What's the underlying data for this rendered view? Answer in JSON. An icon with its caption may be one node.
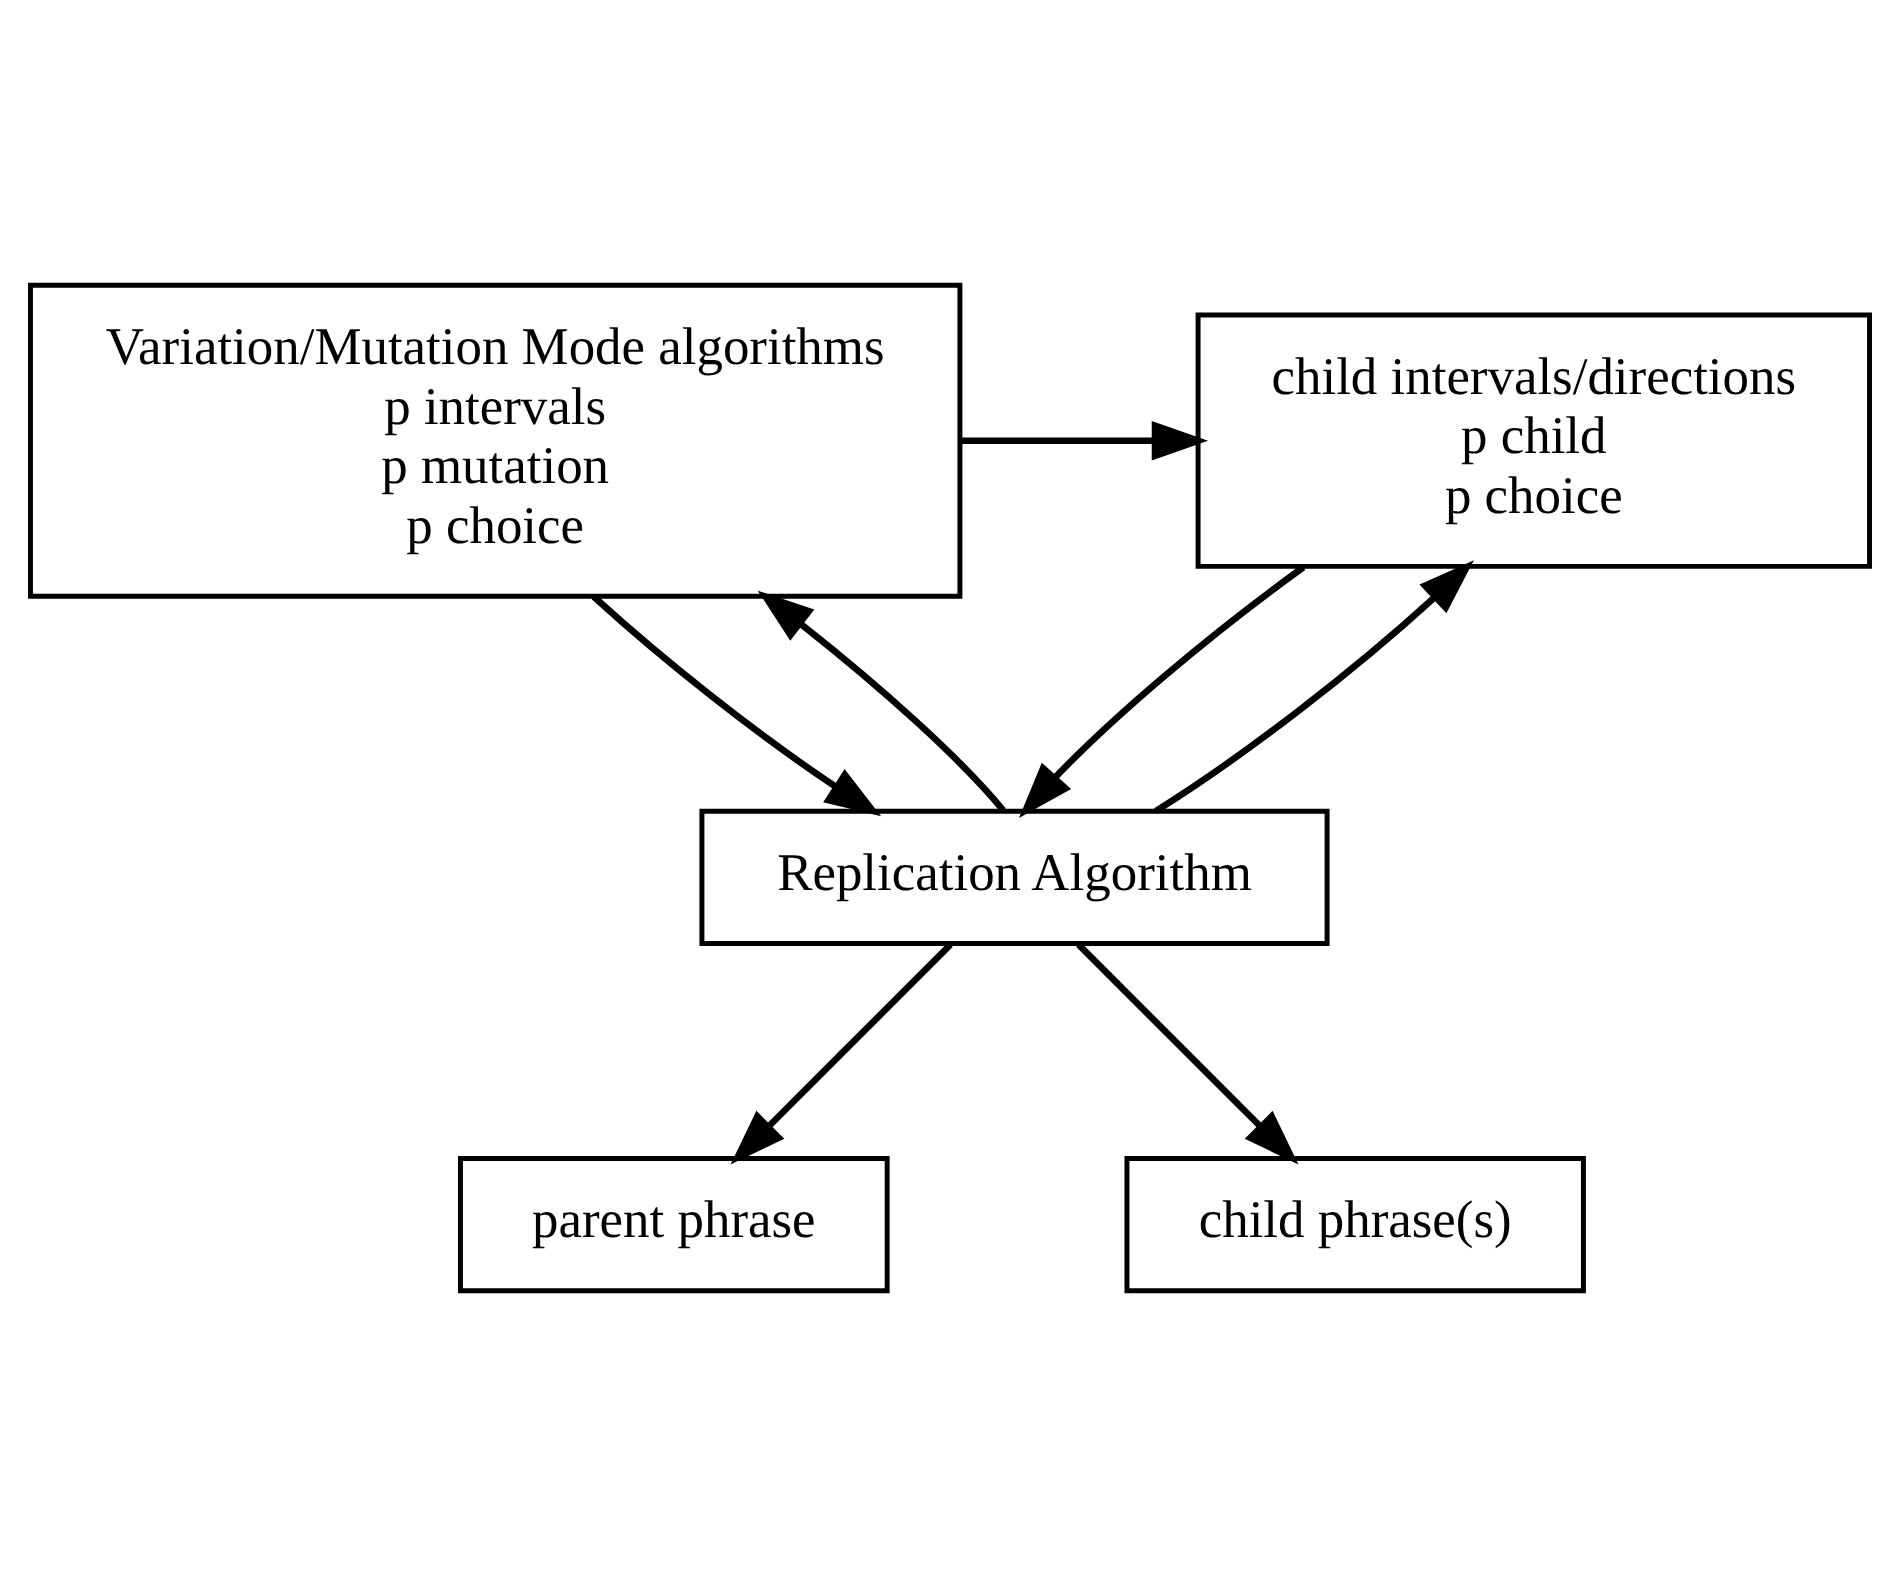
{
  "diagram": {
    "nodes": [
      {
        "text": [
          "Variation/Mutation Mode algorithms",
          "p intervals",
          "p mutation",
          "p choice"
        ]
      },
      {
        "text": [
          "child intervals/directions",
          "p child",
          "p choice"
        ]
      },
      {
        "text": [
          "Replication Algorithm"
        ]
      },
      {
        "text": [
          "parent phrase"
        ]
      },
      {
        "text": [
          "child phrase(s)"
        ]
      }
    ],
    "edges": [
      {
        "from": 0,
        "to": 1,
        "arrow": "to"
      },
      {
        "from": 0,
        "to": 2,
        "arrow": "to"
      },
      {
        "from": 2,
        "to": 0,
        "arrow": "to"
      },
      {
        "from": 2,
        "to": 1,
        "arrow": "to"
      },
      {
        "from": 1,
        "to": 2,
        "arrow": "to"
      },
      {
        "from": 2,
        "to": 3,
        "arrow": "to"
      },
      {
        "from": 2,
        "to": 4,
        "arrow": "to"
      }
    ]
  }
}
